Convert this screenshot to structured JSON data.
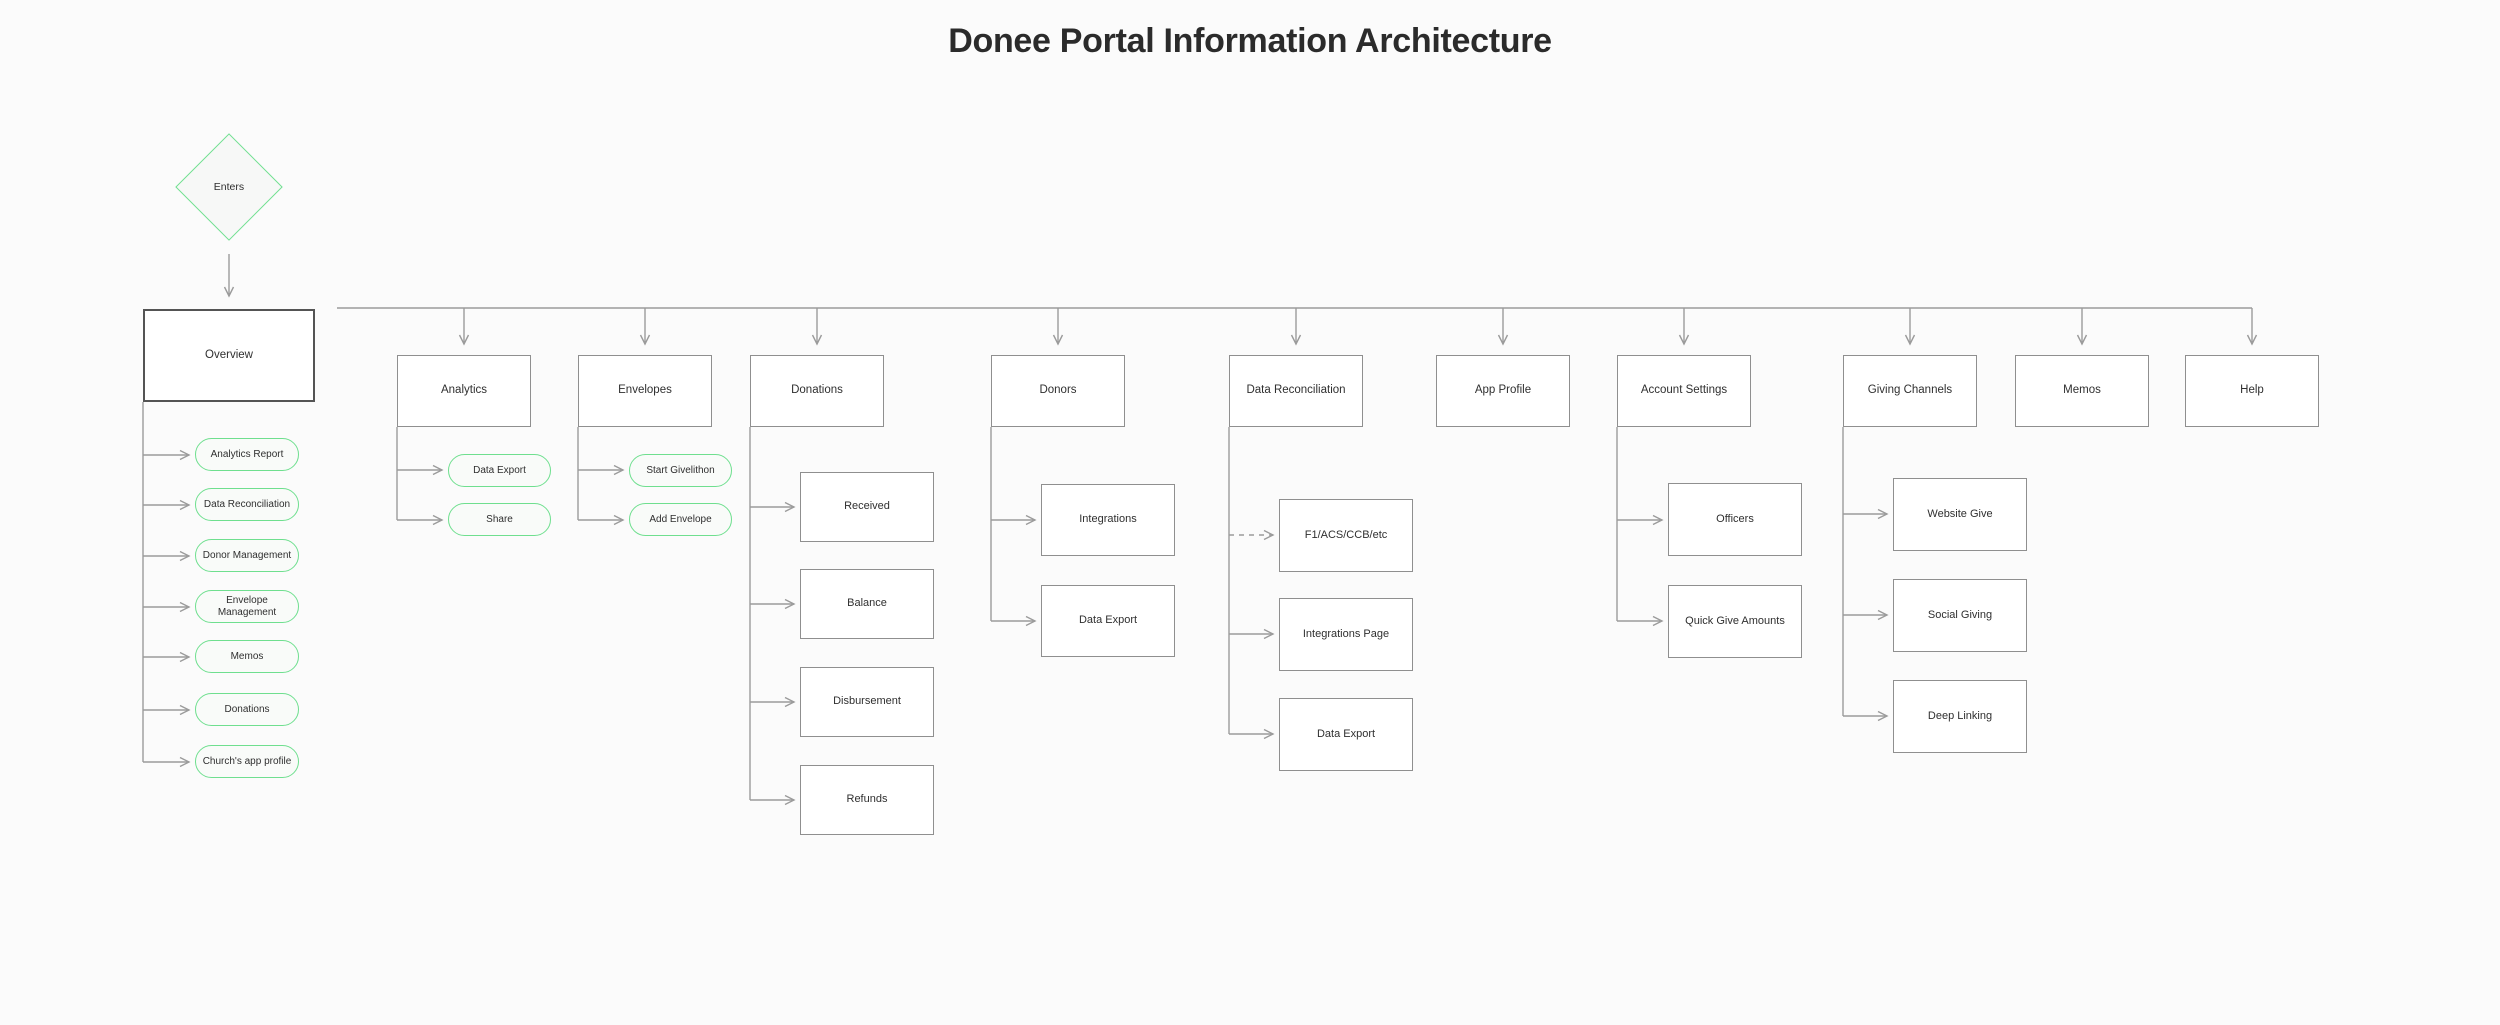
{
  "title": "Donee Portal Information Architecture",
  "entry": {
    "label": "Enters"
  },
  "overview": {
    "label": "Overview",
    "children": [
      "Analytics Report",
      "Data Reconciliation",
      "Donor Management",
      "Envelope Management",
      "Memos",
      "Donations",
      "Church's app profile"
    ]
  },
  "sections": [
    {
      "label": "Analytics",
      "children": [
        {
          "label": "Data Export",
          "shape": "pill"
        },
        {
          "label": "Share",
          "shape": "pill"
        }
      ]
    },
    {
      "label": "Envelopes",
      "children": [
        {
          "label": "Start Givelithon",
          "shape": "pill"
        },
        {
          "label": "Add Envelope",
          "shape": "pill"
        }
      ]
    },
    {
      "label": "Donations",
      "children": [
        {
          "label": "Received",
          "shape": "box"
        },
        {
          "label": "Balance",
          "shape": "box"
        },
        {
          "label": "Disbursement",
          "shape": "box"
        },
        {
          "label": "Refunds",
          "shape": "box"
        }
      ]
    },
    {
      "label": "Donors",
      "children": [
        {
          "label": "Integrations",
          "shape": "box"
        },
        {
          "label": "Data Export",
          "shape": "box"
        }
      ]
    },
    {
      "label": "Data Reconciliation",
      "children": [
        {
          "label": "F1/ACS/CCB/etc",
          "shape": "box",
          "connector": "dashed"
        },
        {
          "label": "Integrations Page",
          "shape": "box"
        },
        {
          "label": "Data Export",
          "shape": "box"
        }
      ]
    },
    {
      "label": "App Profile",
      "children": []
    },
    {
      "label": "Account Settings",
      "children": [
        {
          "label": "Officers",
          "shape": "box"
        },
        {
          "label": "Quick Give Amounts",
          "shape": "box"
        }
      ]
    },
    {
      "label": "Giving Channels",
      "children": [
        {
          "label": "Website Give",
          "shape": "box"
        },
        {
          "label": "Social Giving",
          "shape": "box"
        },
        {
          "label": "Deep Linking",
          "shape": "box"
        }
      ]
    },
    {
      "label": "Memos",
      "children": []
    },
    {
      "label": "Help",
      "children": []
    }
  ],
  "colors": {
    "bg": "#fbfbfb",
    "box-border": "#8f8f8f",
    "overview-border": "#545454",
    "green": "#6fdf8f",
    "line": "#9b9b9b",
    "text": "#2f2f2f",
    "title": "#2b2b2b"
  }
}
